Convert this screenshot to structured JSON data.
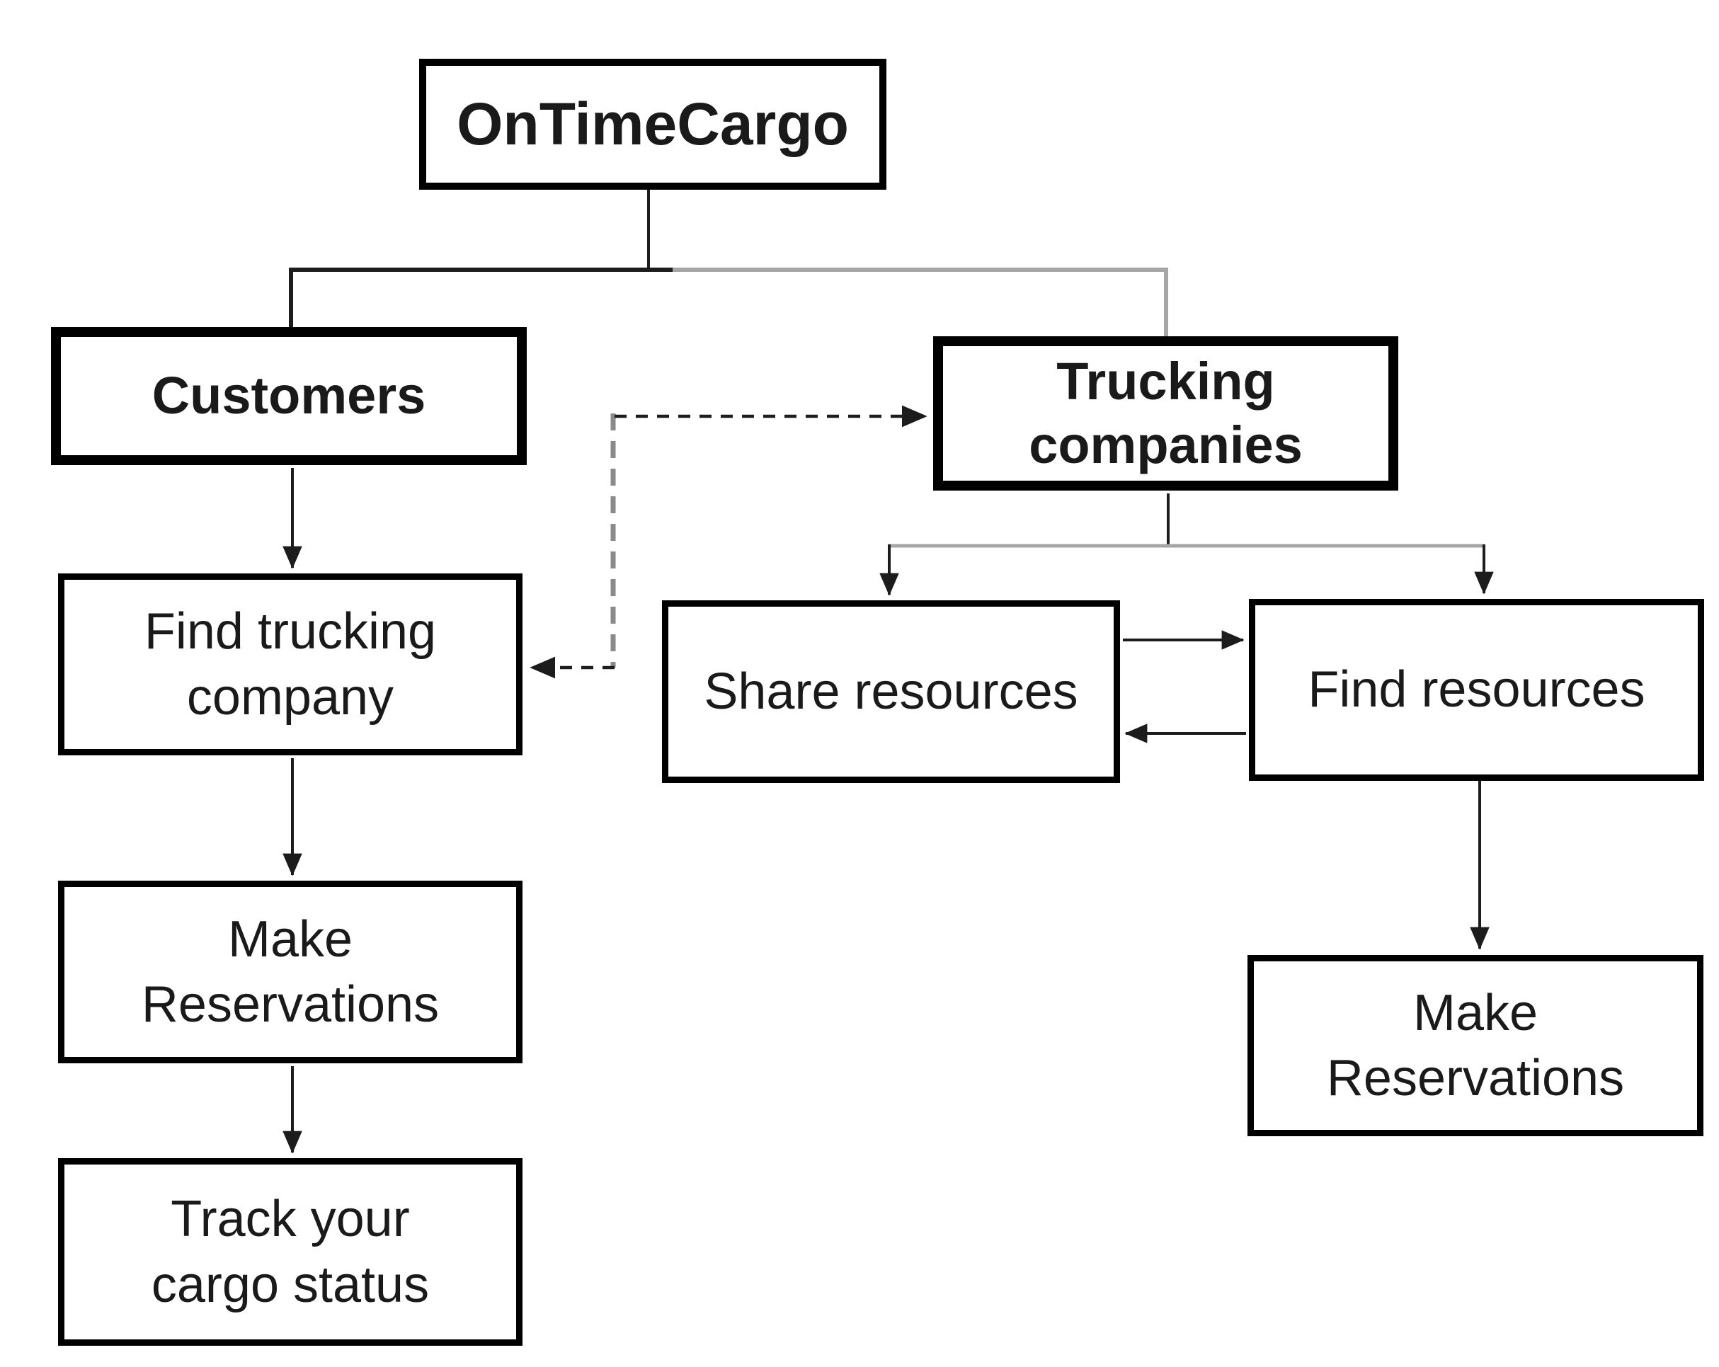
{
  "diagram": {
    "title": "OnTimeCargo",
    "colors": {
      "line": "#1c1c1c",
      "gray_line": "#a6a6a6",
      "gray_dash": "#8a8a8a",
      "box_border": "#000000",
      "background": "#ffffff",
      "text": "#1a1a1a"
    },
    "nodes": {
      "ontimecargo": {
        "label": "OnTimeCargo"
      },
      "customers": {
        "label": "Customers"
      },
      "trucking_companies": {
        "label": "Trucking\ncompanies"
      },
      "find_trucking_company": {
        "label": "Find trucking\ncompany"
      },
      "share_resources": {
        "label": "Share resources"
      },
      "find_resources": {
        "label": "Find resources"
      },
      "make_reservations_customers": {
        "label": "Make\nReservations"
      },
      "track_cargo_status": {
        "label": "Track your\ncargo status"
      },
      "make_reservations_trucking": {
        "label": "Make\nReservations"
      }
    },
    "edges": [
      {
        "from": "ontimecargo",
        "to": "customers",
        "style": "solid",
        "arrowhead": false,
        "color": "black"
      },
      {
        "from": "ontimecargo",
        "to": "trucking_companies",
        "style": "solid",
        "arrowhead": false,
        "color": "gray"
      },
      {
        "from": "customers",
        "to": "find_trucking_company",
        "style": "solid",
        "arrowhead": true,
        "color": "black"
      },
      {
        "from": "find_trucking_company",
        "to": "make_reservations_customers",
        "style": "solid",
        "arrowhead": true,
        "color": "black"
      },
      {
        "from": "make_reservations_customers",
        "to": "track_cargo_status",
        "style": "solid",
        "arrowhead": true,
        "color": "black"
      },
      {
        "from": "trucking_companies",
        "to": "share_resources",
        "style": "solid",
        "arrowhead": true,
        "color": "gray"
      },
      {
        "from": "trucking_companies",
        "to": "find_resources",
        "style": "solid",
        "arrowhead": true,
        "color": "gray"
      },
      {
        "from": "share_resources",
        "to": "find_resources",
        "style": "solid",
        "arrowhead": true,
        "color": "black"
      },
      {
        "from": "find_resources",
        "to": "share_resources",
        "style": "solid",
        "arrowhead": true,
        "color": "black"
      },
      {
        "from": "find_resources",
        "to": "make_reservations_trucking",
        "style": "solid",
        "arrowhead": true,
        "color": "black"
      },
      {
        "from": "customers",
        "to": "trucking_companies",
        "style": "dashed",
        "arrowhead": true,
        "color": "black"
      },
      {
        "from": "customers",
        "to": "find_trucking_company",
        "style": "dashed",
        "arrowhead": true,
        "color": "black"
      }
    ]
  }
}
